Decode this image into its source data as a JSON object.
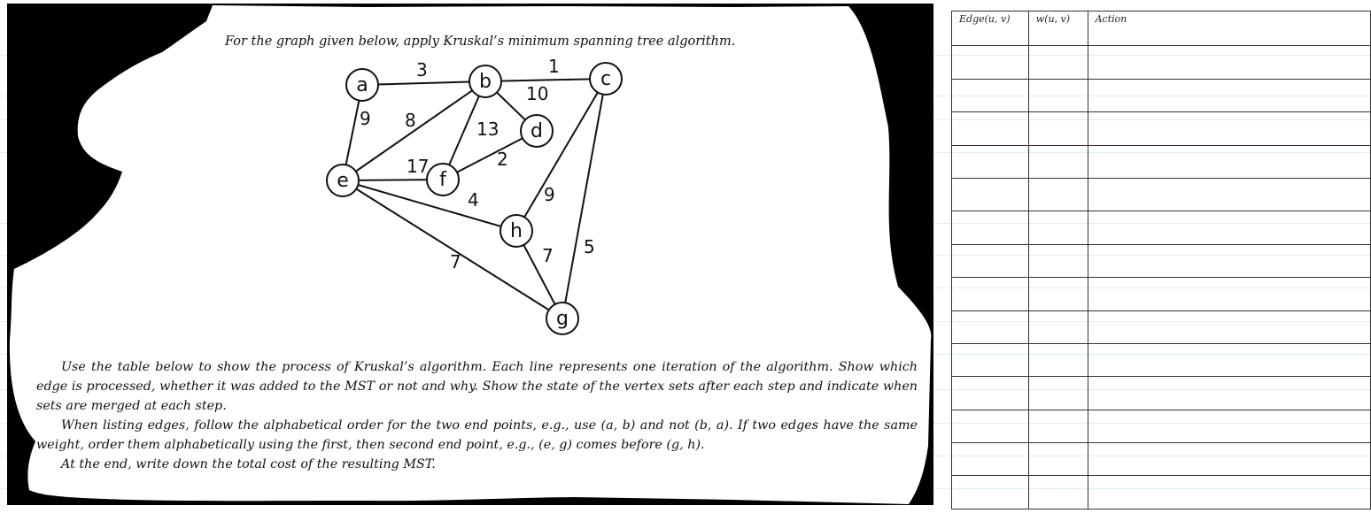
{
  "problem": {
    "intro": "For the graph given below, apply Kruskal’s minimum spanning tree algorithm.",
    "instructions": [
      "Use the table below to show the process of Kruskal’s algorithm. Each line represents one iteration of the algorithm. Show which edge is processed, whether it was added to the MST or not and why. Show the state of the vertex sets after each step and indicate when sets are merged at each step.",
      "When listing edges, follow the alphabetical order for the two end points, e.g., use (a, b) and not (b, a). If two edges have the same weight, order them alphabetically using the first, then second end point, e.g., (e, g) comes before (g, h).",
      "At the end, write down the total cost of the resulting MST."
    ]
  },
  "graph": {
    "nodes": [
      {
        "id": "a",
        "label": "a"
      },
      {
        "id": "b",
        "label": "b"
      },
      {
        "id": "c",
        "label": "c"
      },
      {
        "id": "d",
        "label": "d"
      },
      {
        "id": "e",
        "label": "e"
      },
      {
        "id": "f",
        "label": "f"
      },
      {
        "id": "h",
        "label": "h"
      },
      {
        "id": "g",
        "label": "g"
      }
    ],
    "edges": [
      {
        "u": "a",
        "v": "b",
        "weight": "3"
      },
      {
        "u": "b",
        "v": "c",
        "weight": "1"
      },
      {
        "u": "b",
        "v": "d",
        "weight": "10"
      },
      {
        "u": "a",
        "v": "e",
        "weight": "9"
      },
      {
        "u": "b",
        "v": "e",
        "weight": "8"
      },
      {
        "u": "b",
        "v": "f",
        "weight": "13"
      },
      {
        "u": "d",
        "v": "f",
        "weight": "2"
      },
      {
        "u": "e",
        "v": "f",
        "weight": "17"
      },
      {
        "u": "e",
        "v": "h",
        "weight": "4"
      },
      {
        "u": "c",
        "v": "h",
        "weight": "9"
      },
      {
        "u": "e",
        "v": "g",
        "weight": "7"
      },
      {
        "u": "g",
        "v": "h",
        "weight": "7"
      },
      {
        "u": "c",
        "v": "g",
        "weight": "5"
      }
    ]
  },
  "table": {
    "headers": [
      "Edge(u, v)",
      "w(u, v)",
      "Action"
    ],
    "empty_rows": 14
  }
}
